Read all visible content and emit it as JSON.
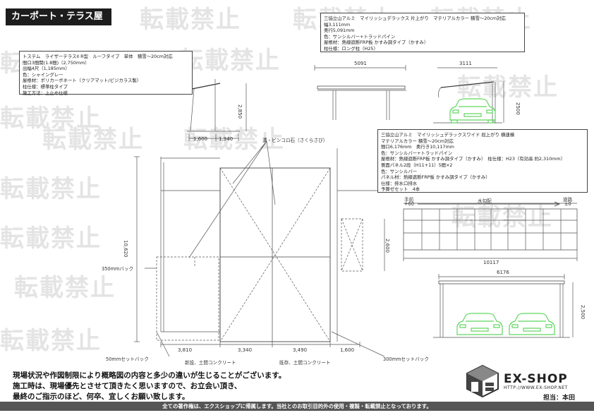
{
  "title": "カーポート・テラス屋根",
  "watermark": "転載禁止",
  "spec_terrace": {
    "lines": [
      "トステム　ライザーテラスII R型　ルーフタイプ　単体　積雪～20cm対応",
      "間口3間関(1.8間)（2,750mm）",
      "出幅4尺（1,185mm）",
      "色：シャイングレー",
      "屋根材：ポリカーボネート（クリアマット/ビジカラス製）",
      "柱仕様：標準柱タイプ",
      "施工方法：上止め仕様"
    ]
  },
  "spec_carport1": {
    "lines": [
      "三協立山アルミ　マイリッシュデラックス 片上がり　マテリアルカラー 積雪～20cm対応",
      "幅3,111mm",
      "奥行5,091mm",
      "色：サンシルバー+トラッドパイン",
      "屋根材：熱線遮断FRP板 かすみ調タイプ（かすみ）",
      "柱仕様：ロング柱（H25）"
    ]
  },
  "spec_carport2": {
    "lines": [
      "三協立山アルミ　マイリッシュデラックスワイド 段上がり 横連棟",
      "マテリアルカラー 積雪～20cm対応",
      "間口6,176mm　奥行き10,117mm",
      "色：サンシルバー+トラッドパイン",
      "屋根材：熱線遮断FRP板 かすみ調タイプ（かすみ）　柱仕様：H23（有効高 約2,310mm）",
      "側面パネル2段（H11+11）5間×2",
      "色：サンシルバー",
      "パネル材：熱線遮断FRP板 かすみ調タイプ（かすみ）",
      "仕様：排水口排水",
      "予算ゼセット　4本"
    ]
  },
  "dims": {
    "side_width": "5091",
    "front_width": "3111",
    "side_height": "2,850",
    "front_height": "2500",
    "terrace_a": "1,600",
    "terrace_b": "1,340",
    "plan_depth": "10,620",
    "bottom_1": "3,810",
    "bottom_2": "3,340",
    "bottom_3": "3,490",
    "bottom_4": "1,600",
    "right_mid": "2,600",
    "long_width": "10117",
    "wide_width": "6176",
    "wide_height": "2,500"
  },
  "labels": {
    "gravel": "溝・ピンコロ石（さくらさび）",
    "setback350": "350mmバック",
    "setback50": "50mmセットバック",
    "setback300": "300mmセットバック",
    "concrete_new": "新設、土間コンクリート",
    "concrete_old": "既存、土間コンクリート",
    "drain": "水勾配",
    "left_tag": "手前",
    "left_val": "+60",
    "right_tag": "道路",
    "right_val": "±0"
  },
  "notice": {
    "line1": "現場状況や作図制限により概略図の内容と多少の違いが生じることがございます。",
    "line2": "施工時は、現場優先とさせて頂きたく思いますので、お立会い頂き、",
    "line3": "最終のご指示のほど、何卒、宜しくお願い致します。"
  },
  "logo": {
    "name": "EX-SHOP",
    "url": "HTTP://WWW.EX-SHOP.NET",
    "charge": "担当：本田"
  },
  "footer": "全ての著作権は、エクスショップに帰属します。当社とのお取引目的外の使用・複製・転載禁止となっております。",
  "colors": {
    "car_green": "#5fd65f",
    "badge_bg": "#1d1d1d",
    "footer_bg": "#555555",
    "watermark": "#e4e4e4"
  }
}
